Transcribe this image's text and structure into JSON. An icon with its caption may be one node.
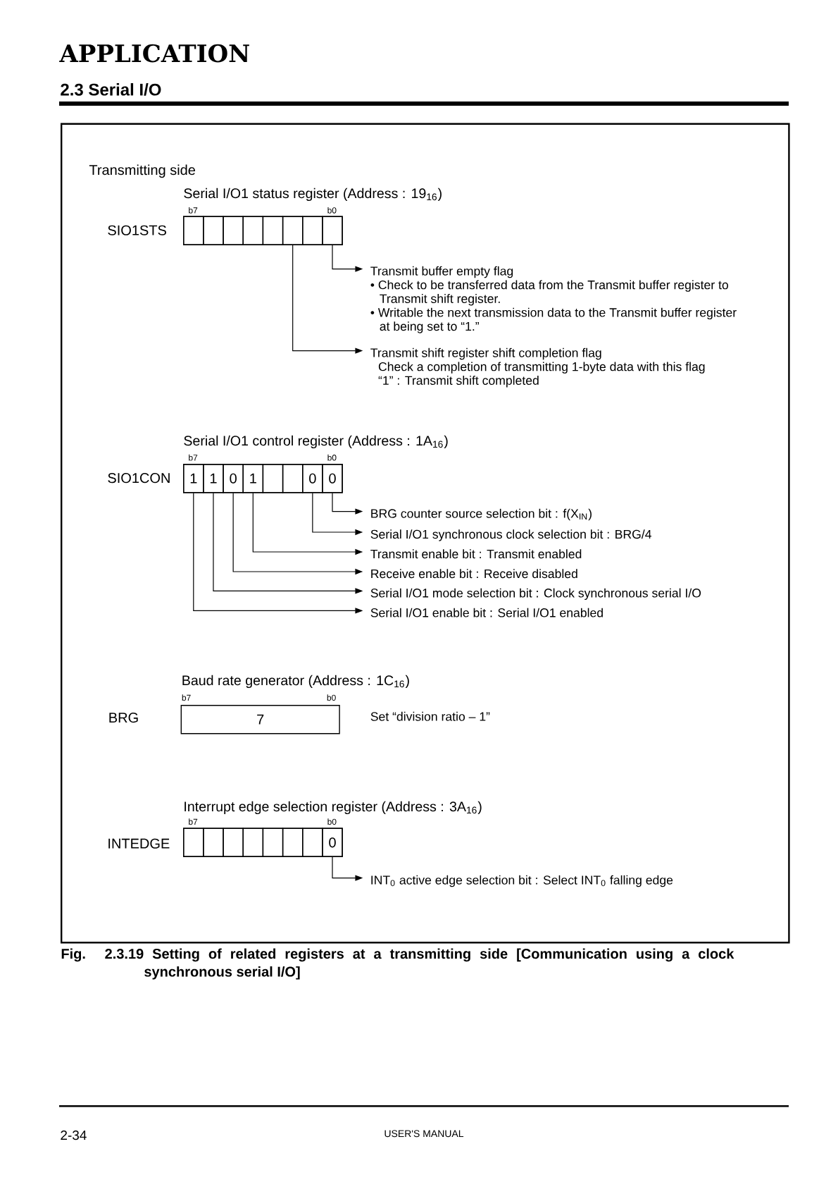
{
  "diagram": {
    "title": "APPLICATION",
    "caption": "Fig. 2.3.19 Setting of related registers at a transmitting side [Communication using a clock synchronous serial I/O]",
    "nodes": [
      {
        "text": [
          "Transmitting side"
        ]
      },
      {
        "text": [
          "Serial I/O1 status register (Address : 19$_{16}$)"
        ],
        "beside": [
          "SIO1STS",
          "b7",
          "b0"
        ],
        "in": 0
      },
      {
        "text": [],
        "shape": "box",
        "in": 1
      },
      {
        "text": [],
        "shape": "box",
        "in": 1
      },
      {
        "text": [],
        "shape": "box",
        "in": 1
      },
      {
        "text": [],
        "shape": "box",
        "in": 1
      },
      {
        "text": [],
        "shape": "box",
        "in": 1
      },
      {
        "text": [],
        "shape": "box",
        "in": 1
      },
      {
        "text": [],
        "shape": "box",
        "in": 1
      },
      {
        "text": [],
        "shape": "box",
        "in": 1
      },
      {
        "text": [
          "Transmit buffer empty flag",
          "• Check to be transferred data from the Transmit buffer register to Transmit shift register.",
          "• Writable the next transmission data to the Transmit buffer register at being set to “1.”"
        ],
        "in": 0
      },
      {
        "text": [
          "Transmit shift register shift completion flag",
          "Check a completion of transmitting 1-byte data with this flag",
          "“1” : Transmit shift completed"
        ],
        "in": 0
      },
      {
        "text": [
          "Serial I/O1 control register (Address : 1A$_{16}$)"
        ],
        "beside": [
          "SIO1CON",
          "b7",
          "b0"
        ],
        "in": 0
      },
      {
        "text": [
          "1"
        ],
        "in": 12
      },
      {
        "text": [
          "1"
        ],
        "in": 12
      },
      {
        "text": [
          "0"
        ],
        "in": 12
      },
      {
        "text": [
          "1"
        ],
        "in": 12
      },
      {
        "text": [],
        "shape": "box",
        "in": 12
      },
      {
        "text": [],
        "shape": "box",
        "in": 12
      },
      {
        "text": [
          "0"
        ],
        "in": 12
      },
      {
        "text": [
          "0"
        ],
        "in": 12
      },
      {
        "text": [
          "BRG counter source selection bit : f(X$_{IN}$)"
        ],
        "in": 0
      },
      {
        "text": [
          "Serial I/O1 synchronous clock selection bit : BRG/4"
        ],
        "in": 0
      },
      {
        "text": [
          "Transmit enable bit : Transmit enabled"
        ],
        "in": 0
      },
      {
        "text": [
          "Receive enable bit : Receive disabled"
        ],
        "in": 0
      },
      {
        "text": [
          "Serial I/O1 mode selection bit : Clock synchronous serial I/O"
        ],
        "in": 0
      },
      {
        "text": [
          "Serial I/O1 enable bit : Serial I/O1 enabled"
        ],
        "in": 0
      },
      {
        "text": [
          "Baud rate generator (Address : 1C$_{16}$)",
          "7"
        ],
        "beside": [
          "BRG",
          "b7",
          "b0",
          "Set “division ratio – 1”"
        ],
        "in": 0
      },
      {
        "text": [
          "Interrupt edge selection register (Address : 3A$_{16}$)"
        ],
        "beside": [
          "INTEDGE",
          "b7",
          "b0"
        ],
        "in": 0
      },
      {
        "text": [],
        "shape": "box",
        "in": 28
      },
      {
        "text": [],
        "shape": "box",
        "in": 28
      },
      {
        "text": [],
        "shape": "box",
        "in": 28
      },
      {
        "text": [],
        "shape": "box",
        "in": 28
      },
      {
        "text": [],
        "shape": "box",
        "in": 28
      },
      {
        "text": [],
        "shape": "box",
        "in": 28
      },
      {
        "text": [],
        "shape": "box",
        "in": 28
      },
      {
        "text": [
          "0"
        ],
        "in": 28
      },
      {
        "text": [
          "INT$_{0}$ active edge selection bit : Select INT$_{0}$ falling edge"
        ],
        "in": 0
      }
    ],
    "edges": [
      {
        "from": 9,
        "to": 10,
        "arrow": "to"
      },
      {
        "from": 7,
        "to": 11,
        "arrow": "to"
      },
      {
        "from": 20,
        "to": 21,
        "arrow": "to"
      },
      {
        "from": 19,
        "to": 22,
        "arrow": "to"
      },
      {
        "from": 16,
        "to": 23,
        "arrow": "to"
      },
      {
        "from": 15,
        "to": 24,
        "arrow": "to"
      },
      {
        "from": 14,
        "to": 25,
        "arrow": "to"
      },
      {
        "from": 13,
        "to": 26,
        "arrow": "to"
      },
      {
        "from": 36,
        "to": 37,
        "arrow": "to"
      }
    ],
    "labels": [
      "2.3 Serial I/O",
      "2-34",
      "USER'S MANUAL"
    ]
  }
}
